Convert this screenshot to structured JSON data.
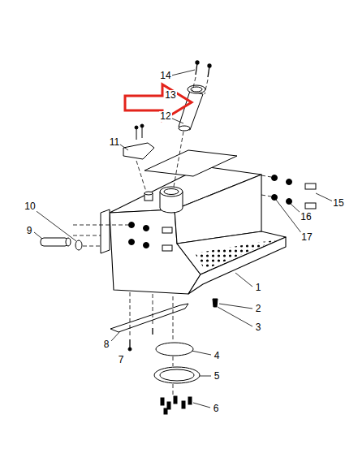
{
  "diagram": {
    "labels": [
      "14",
      "13",
      "12",
      "11",
      "10",
      "9",
      "15",
      "16",
      "17",
      "1",
      "2",
      "3",
      "8",
      "7",
      "4",
      "5",
      "6"
    ]
  }
}
